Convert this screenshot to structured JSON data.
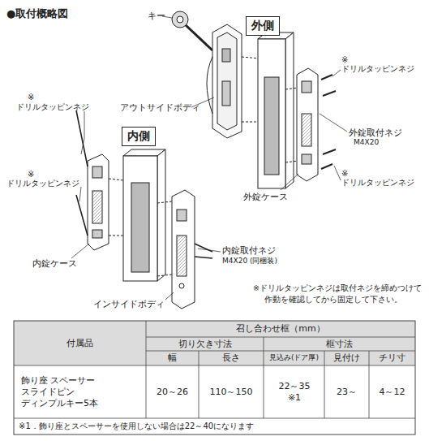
{
  "diagram": {
    "title": "●取付概略図",
    "nodes": [
      {
        "text": [
          "外側"
        ]
      },
      {
        "text": [
          "内側"
        ]
      }
    ],
    "labels": [
      "キー",
      "アウトサイドボディ",
      "※",
      "ドリルタッピンネジ",
      "外錠取付ネジ",
      "M4X20",
      "※",
      "ドリルタッピンネジ",
      "外錠ケース",
      "※",
      "ドリルタッピンネジ",
      "※",
      "ドリルタッピンネジ",
      "内錠ケース",
      "内錠取付ネジ",
      "M4X20 (同梱装)",
      "インサイドボディ",
      "※ドリルタッピンネジは取付ネジを締めつけて",
      "作動を確認してから固定して下さい。",
      "付属品",
      "召し合わせ框（mm）",
      "切り欠き寸法",
      "框寸法",
      "幅",
      "長さ",
      "見込み(ドア厚)",
      "見付け",
      "チリ寸",
      "飾り座 スペーサー スライドピン ディンプルキー5本",
      "20～26",
      "110～150",
      "22～35 ※1",
      "23～",
      "4～12",
      "※1．飾り座とスペーサーを使用しない場合は22～40になります"
    ]
  }
}
